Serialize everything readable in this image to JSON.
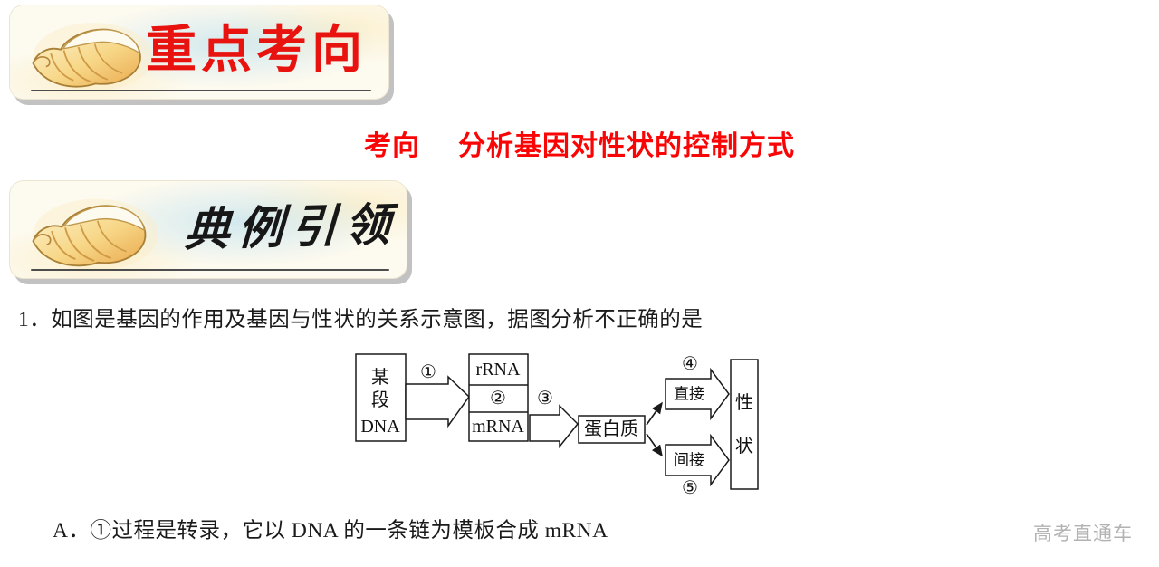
{
  "colors": {
    "banner_red": "#e8120e",
    "heading_red": "#fa0505",
    "text_black": "#1a1a1a",
    "watermark_gray": "#b2b2b2",
    "banner_shadow_gray": "#c2c2c2"
  },
  "banners": {
    "key_focus": {
      "title": "重点考向",
      "icon": "conch-shell-icon"
    },
    "example_lead": {
      "title": "典例引领",
      "icon": "conch-shell-icon"
    }
  },
  "heading": {
    "prefix": "考向",
    "title": "分析基因对性状的控制方式"
  },
  "question": {
    "text": "1．如图是基因的作用及基因与性状的关系示意图，据图分析不正确的是"
  },
  "diagram": {
    "dna_box": [
      "某",
      "段",
      "DNA"
    ],
    "rna_box": {
      "top": "rRNA",
      "mid": "②",
      "bottom": "mRNA"
    },
    "protein": "蛋白质",
    "direct": "直接",
    "indirect": "间接",
    "trait": [
      "性",
      "状"
    ],
    "step1": "①",
    "step3": "③",
    "step4": "④",
    "step5": "⑤"
  },
  "options": {
    "a": "A．①过程是转录，它以 DNA 的一条链为模板合成 mRNA"
  },
  "watermark": "高考直通车"
}
